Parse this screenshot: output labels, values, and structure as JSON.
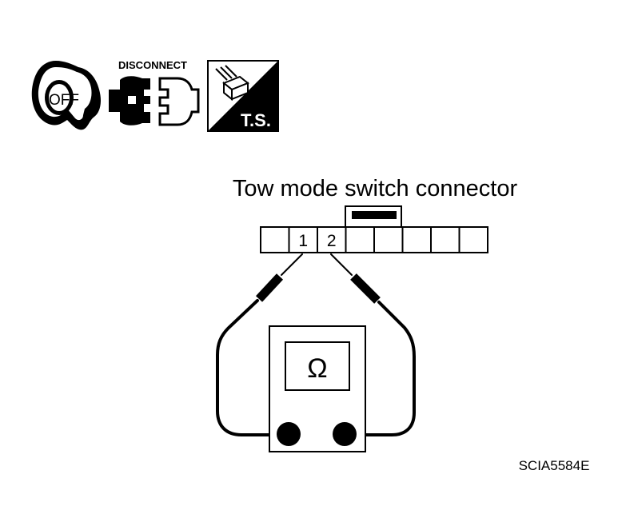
{
  "icons": {
    "ignition": {
      "icon": "ignition-key-icon",
      "text": "OFF"
    },
    "disconnect": {
      "icon": "connector-disconnect-icon",
      "label": "DISCONNECT"
    },
    "ts": {
      "icon": "tester-ts-icon",
      "label": "T.S."
    }
  },
  "diagram": {
    "title": "Tow mode switch connector",
    "connector": {
      "terminals": [
        "",
        "1",
        "2",
        "",
        "",
        "",
        "",
        ""
      ]
    },
    "meter": {
      "symbol": "Ω"
    },
    "code": "SCIA5584E"
  }
}
